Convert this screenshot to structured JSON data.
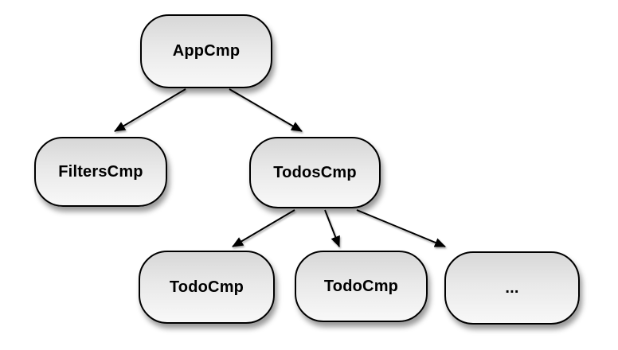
{
  "diagram": {
    "type": "component-tree",
    "background": "#ffffff",
    "colors": {
      "node_border": "#000000",
      "node_fill_top": "#d7d7d7",
      "node_fill_bottom": "#f8f8f8",
      "text": "#000000",
      "arrow": "#000000"
    },
    "nodes": [
      {
        "id": "app",
        "label": "AppCmp"
      },
      {
        "id": "filters",
        "label": "FiltersCmp"
      },
      {
        "id": "todos",
        "label": "TodosCmp"
      },
      {
        "id": "todo1",
        "label": "TodoCmp"
      },
      {
        "id": "todo2",
        "label": "TodoCmp"
      },
      {
        "id": "more",
        "label": "..."
      }
    ],
    "edges": [
      {
        "from": "AppCmp",
        "to": "FiltersCmp"
      },
      {
        "from": "AppCmp",
        "to": "TodosCmp"
      },
      {
        "from": "TodosCmp",
        "to": "TodoCmp"
      },
      {
        "from": "TodosCmp",
        "to": "TodoCmp"
      },
      {
        "from": "TodosCmp",
        "to": "..."
      }
    ]
  }
}
